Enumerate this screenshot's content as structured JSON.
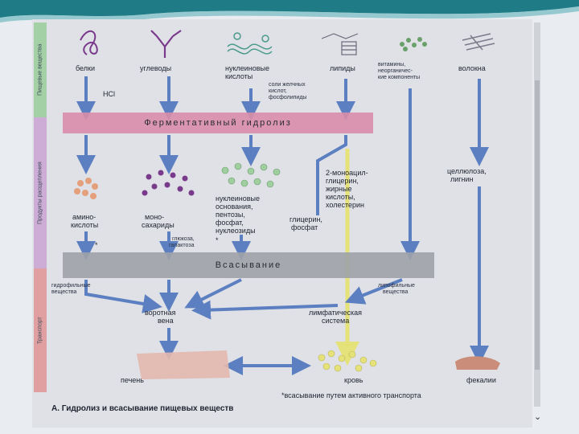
{
  "diagram": {
    "side_labels": {
      "food": "Пищевые вещества",
      "products": "Продукты расщепления",
      "transport": "Транспорт"
    },
    "nutrients": {
      "proteins": "белки",
      "carbs": "углеводы",
      "nucleic_1": "нуклеиновые",
      "nucleic_2": "кислоты",
      "lipids": "липиды",
      "vitamins_1": "витамины,",
      "vitamins_2": "неорганичес-",
      "vitamins_3": "кие компоненты",
      "fibers": "волокна"
    },
    "hcl": "HCl",
    "bile_1": "соли желчных",
    "bile_2": "кислот,",
    "bile_3": "фосфолипиды",
    "band_hydrolysis": "Ферментативный гидролиз",
    "band_absorption": "Всасывание",
    "products": {
      "amino_1": "амино-",
      "amino_2": "кислоты",
      "mono_1": "моно-",
      "mono_2": "сахариды",
      "nucl_1": "нуклеиновые",
      "nucl_2": "основания,",
      "nucl_3": "пентозы,",
      "nucl_4": "фосфат,",
      "nucl_5": "нуклеозиды",
      "monoacyl_1": "2-моноацил-",
      "monoacyl_2": "глицерин,",
      "monoacyl_3": "жирные",
      "monoacyl_4": "кислоты,",
      "monoacyl_5": "холестерин",
      "glycerol_1": "глицерин,",
      "glycerol_2": "фосфат",
      "cellulose_1": "целлюлоза,",
      "cellulose_2": "лигнин",
      "glucose_1": "глюкоза,",
      "glucose_2": "галактоза"
    },
    "star": "*",
    "hydrophilic_1": "гидрофильные",
    "hydrophilic_2": "вещества",
    "lipophilic_1": "липофильные",
    "lipophilic_2": "вещества",
    "portal_1": "воротная",
    "portal_2": "вена",
    "lymph_1": "лимфатическая",
    "lymph_2": "система",
    "liver": "печень",
    "blood": "кровь",
    "feces": "фекалии",
    "footnote": "*всасывание путем активного транспорта",
    "caption": "А. Гидролиз и всасывание пищевых веществ",
    "colors": {
      "hydrolysis_band": "#d98eaa",
      "absorption_band": "#9fa2a8",
      "arrow_blue": "#5b7fc0",
      "arrow_yellow": "#e6e27a",
      "liver": "#e3b8ae",
      "feces": "#c98d7a",
      "strip_food": "#8fc98f",
      "strip_products": "#c79bd0",
      "strip_transport": "#e08a8a",
      "wave": "#1f7c86"
    }
  }
}
